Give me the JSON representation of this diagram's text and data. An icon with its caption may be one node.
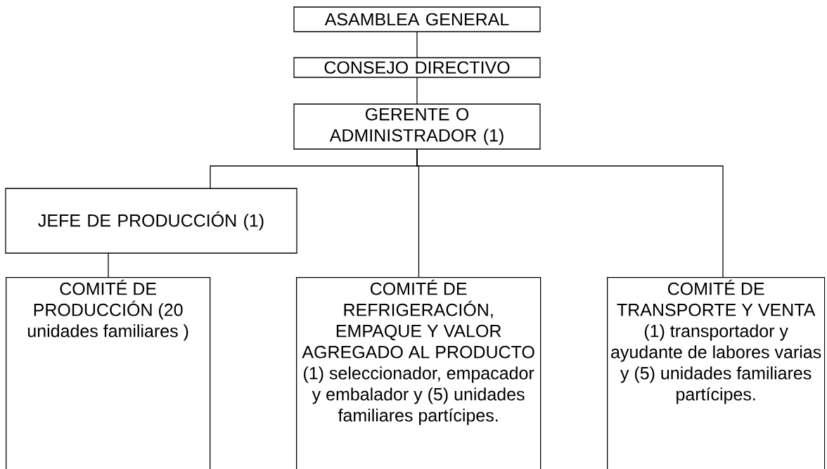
{
  "diagram": {
    "nodes": [
      {
        "text": [
          "ASAMBLEA GENERAL"
        ]
      },
      {
        "text": [
          "CONSEJO DIRECTIVO"
        ]
      },
      {
        "text": [
          "GERENTE O ADMINISTRADOR (1)"
        ]
      },
      {
        "text": [
          "JEFE DE PRODUCCIÓN (1)"
        ]
      },
      {
        "text": [
          "COMITÉ DE PRODUCCIÓN (20 unidades familiares )"
        ]
      },
      {
        "text": [
          "COMITÉ DE REFRIGERACIÓN, EMPAQUE Y VALOR AGREGADO AL PRODUCTO (1) seleccionador, empacador y embalador y (5) unidades familiares partícipes."
        ]
      },
      {
        "text": [
          "COMITÉ DE TRANSPORTE Y VENTA (1) transportador y ayudante de labores varias y (5) unidades familiares partícipes."
        ]
      }
    ],
    "edges": [
      {
        "from": 0,
        "to": 1,
        "arrow": "none"
      },
      {
        "from": 1,
        "to": 2,
        "arrow": "none"
      },
      {
        "from": 2,
        "to": 3,
        "arrow": "none"
      },
      {
        "from": 2,
        "to": 5,
        "arrow": "none"
      },
      {
        "from": 2,
        "to": 6,
        "arrow": "none"
      },
      {
        "from": 3,
        "to": 4,
        "arrow": "none"
      }
    ]
  }
}
